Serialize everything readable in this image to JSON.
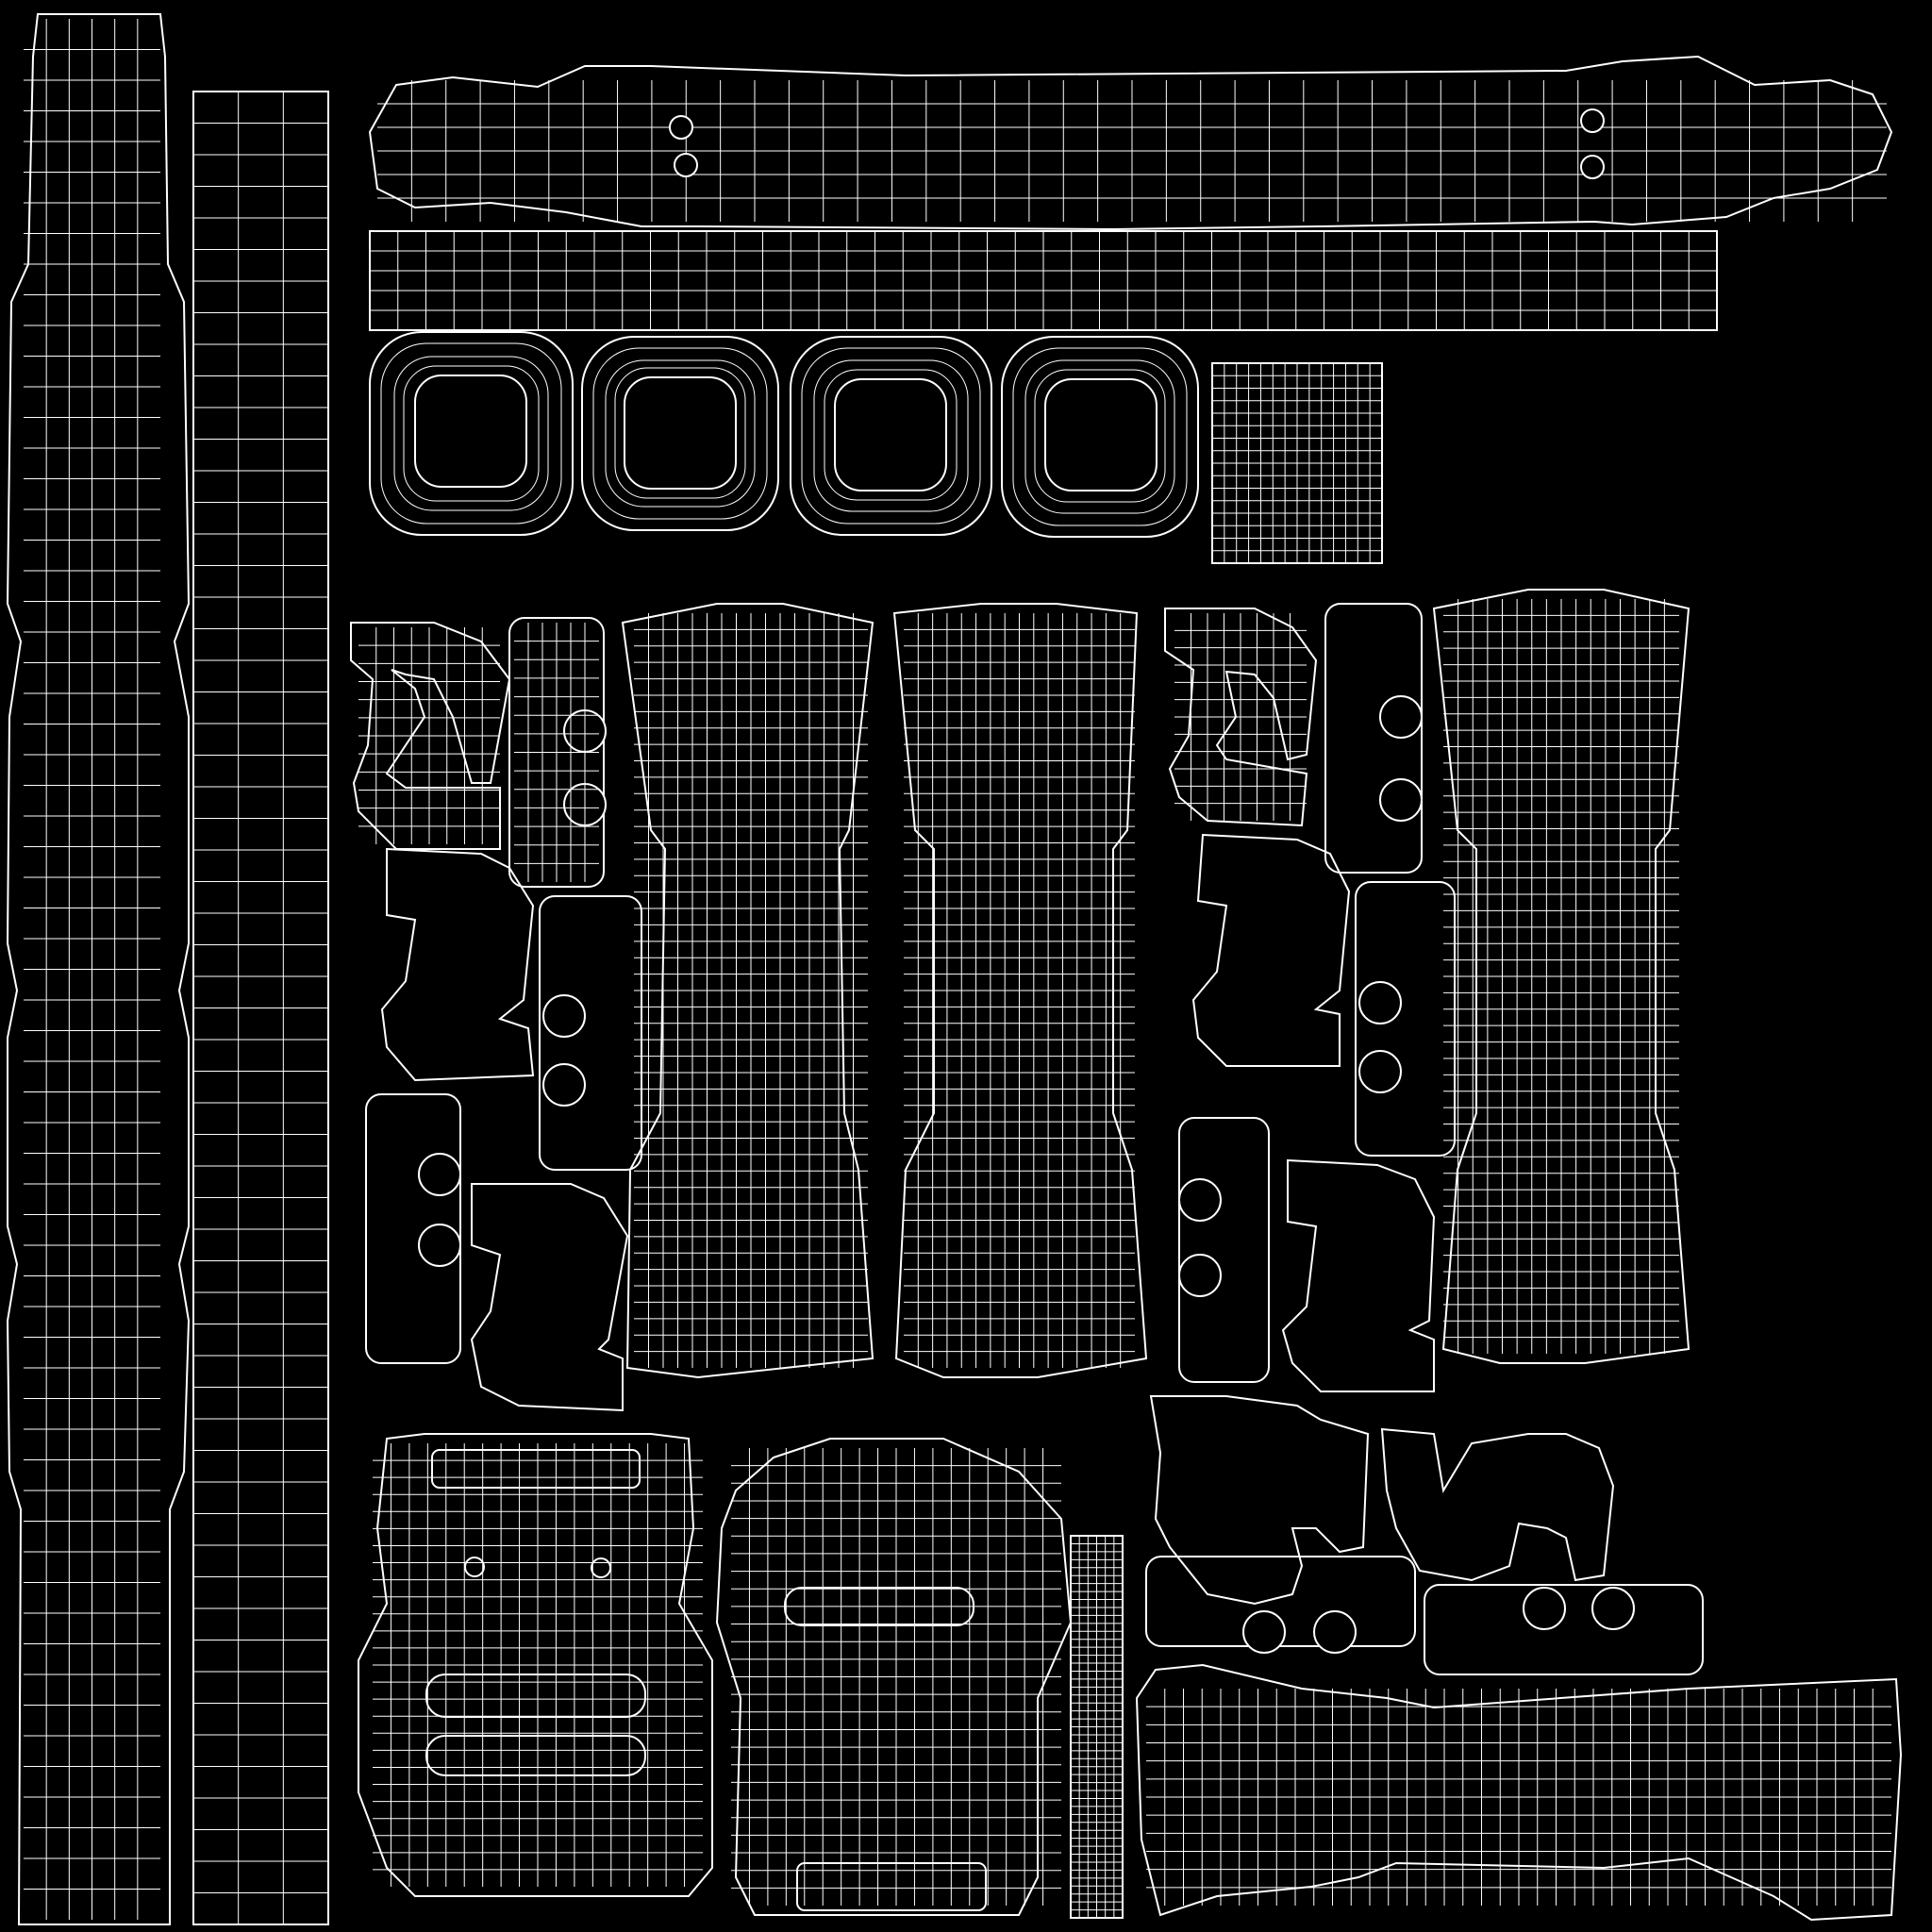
{
  "canvas": {
    "background": "#000000",
    "wire_color": "#ffffff"
  },
  "uv_shells": [
    {
      "name": "left-long-strip-shell",
      "kind": "strip"
    },
    {
      "name": "left-grid-strip-shell",
      "kind": "strip"
    },
    {
      "name": "top-handle-shell",
      "kind": "handle"
    },
    {
      "name": "top-thin-strip-shell",
      "kind": "strip"
    },
    {
      "name": "ring-shell-1",
      "kind": "ring"
    },
    {
      "name": "ring-shell-2",
      "kind": "ring"
    },
    {
      "name": "ring-shell-3",
      "kind": "ring"
    },
    {
      "name": "ring-shell-4",
      "kind": "ring"
    },
    {
      "name": "small-square-grid-shell",
      "kind": "grid"
    },
    {
      "name": "tall-body-shell-1",
      "kind": "body"
    },
    {
      "name": "tall-body-shell-2",
      "kind": "body"
    },
    {
      "name": "tall-body-shell-3",
      "kind": "body"
    },
    {
      "name": "bracket-shell-group-left",
      "kind": "bracket"
    },
    {
      "name": "bracket-shell-group-right",
      "kind": "bracket"
    },
    {
      "name": "link-plate-shells",
      "kind": "plate"
    },
    {
      "name": "buckle-shell-1",
      "kind": "buckle"
    },
    {
      "name": "buckle-shell-2",
      "kind": "buckle"
    },
    {
      "name": "narrow-vertical-strip-shell",
      "kind": "strip"
    },
    {
      "name": "bottom-right-handle-shell",
      "kind": "handle"
    }
  ]
}
